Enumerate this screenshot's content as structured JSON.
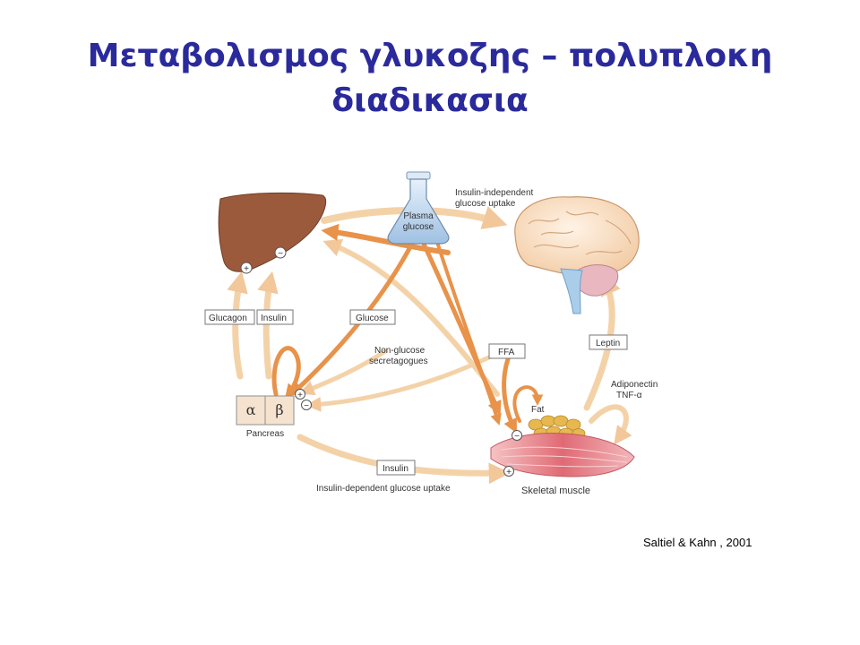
{
  "title": {
    "line1": "Μεταβολισμος γλυκοζης – πολυπλοκη",
    "line2": "διαδικασια"
  },
  "diagram": {
    "flask_label_1": "Plasma",
    "flask_label_2": "glucose",
    "insulin_independent_1": "Insulin-independent",
    "insulin_independent_2": "glucose uptake",
    "glucagon": "Glucagon",
    "insulin_top": "Insulin",
    "glucose": "Glucose",
    "non_glucose_1": "Non-glucose",
    "non_glucose_2": "secretagogues",
    "ffa": "FFA",
    "leptin": "Leptin",
    "adiponectin": "Adiponectin",
    "tnf": "TNF-α",
    "fat": "Fat",
    "alpha": "α",
    "beta": "β",
    "pancreas": "Pancreas",
    "insulin_bottom": "Insulin",
    "insulin_dependent": "Insulin-dependent glucose uptake",
    "skeletal_muscle": "Skeletal muscle",
    "plus": "+",
    "minus": "−"
  },
  "citation": "Saltiel & Kahn , 2001",
  "colors": {
    "title": "#2a2a9c",
    "arrow_dark": "#e8924a",
    "arrow_light": "#f4d2a8",
    "liver": "#9b5a3c",
    "muscle": "#e07c84",
    "fat": "#e7b84f"
  }
}
